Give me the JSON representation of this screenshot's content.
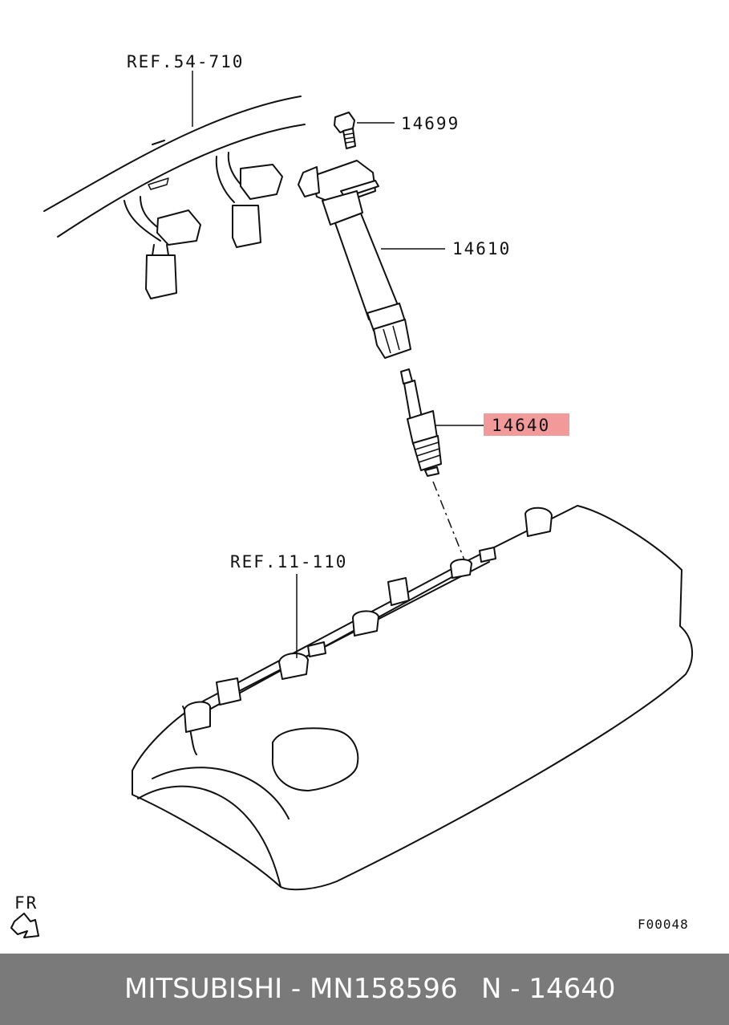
{
  "labels": {
    "ref_harness": "REF.54-710",
    "bolt": "14699",
    "ignition_coil": "14610",
    "spark_plug": "14640",
    "ref_head": "REF.11-110",
    "front_marker": "FR",
    "figure_code": "F00048"
  },
  "highlight_color": "#f29a9a",
  "footer": {
    "brand_part": "MITSUBISHI - MN158596",
    "ref": "N - 14640",
    "background": "#7a7a7a"
  }
}
